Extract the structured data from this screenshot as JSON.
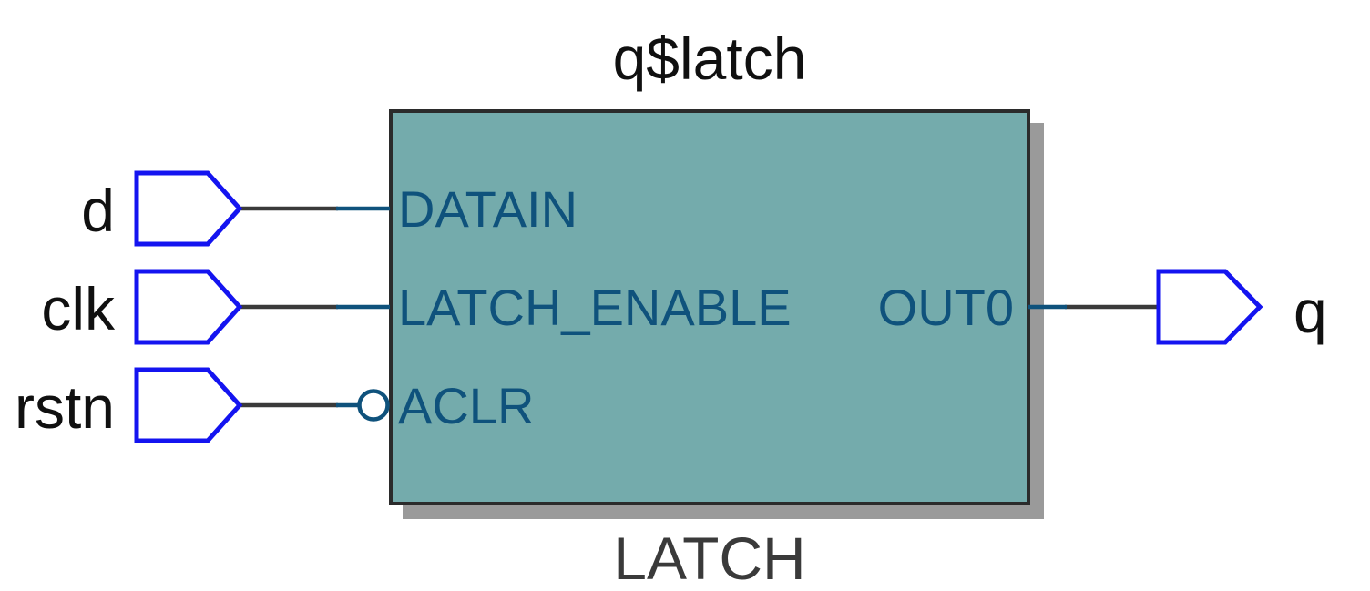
{
  "diagram": {
    "title": "q$latch",
    "type_label": "LATCH",
    "block": {
      "pins": {
        "inputs": [
          {
            "name": "DATAIN",
            "inverted": false
          },
          {
            "name": "LATCH_ENABLE",
            "inverted": false
          },
          {
            "name": "ACLR",
            "inverted": true
          }
        ],
        "outputs": [
          {
            "name": "OUT0"
          }
        ]
      }
    },
    "ports": {
      "inputs": [
        {
          "label": "d"
        },
        {
          "label": "clk"
        },
        {
          "label": "rstn"
        }
      ],
      "outputs": [
        {
          "label": "q"
        }
      ]
    },
    "colors": {
      "block_fill": "#74abac",
      "block_border": "#2b2b2b",
      "block_shadow": "#9a9a9a",
      "pin_text": "#0f527c",
      "pin_stub": "#0f527c",
      "wire": "#3a3a3a",
      "port_outline": "#1414f0",
      "title_text": "#101010",
      "type_text": "#3a3a3a"
    }
  }
}
